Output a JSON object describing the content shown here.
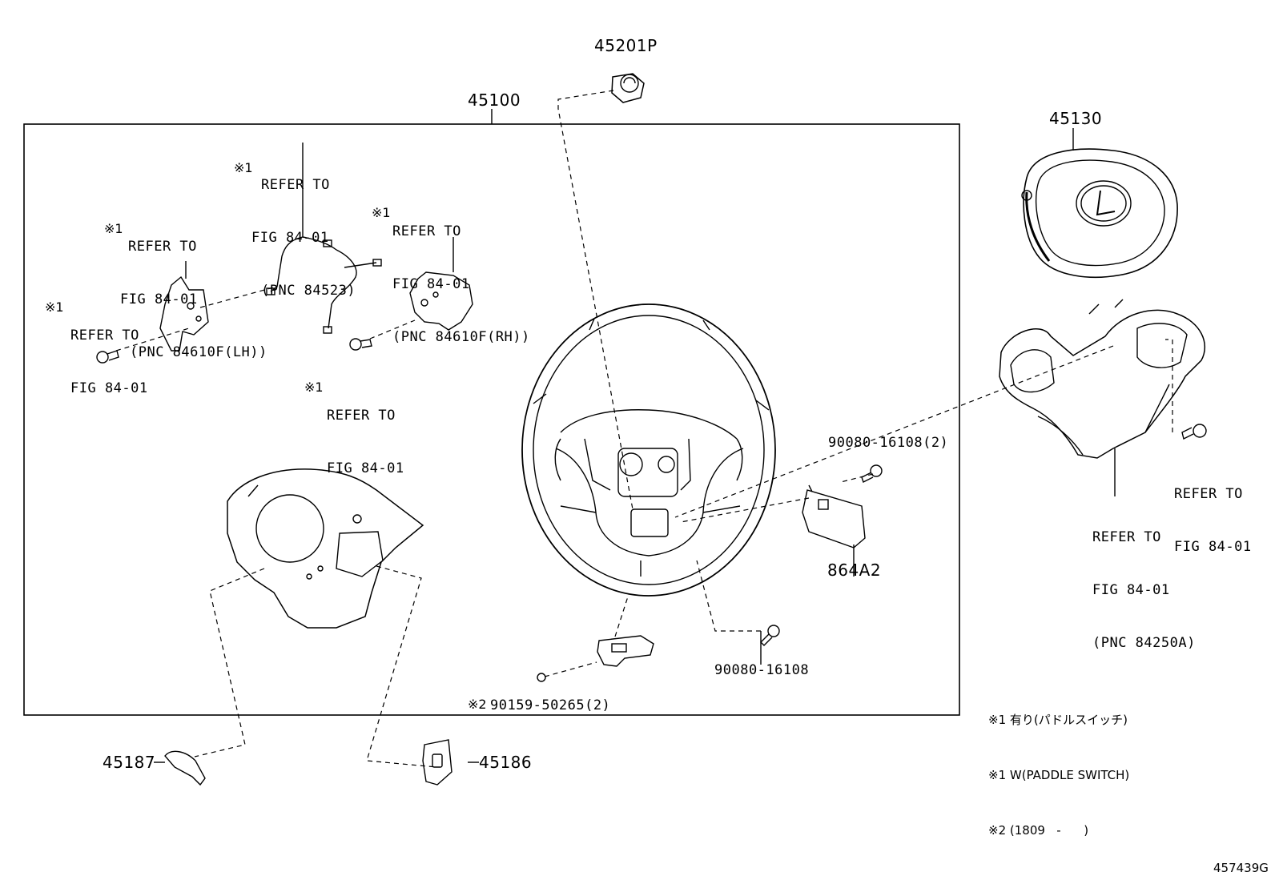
{
  "part_numbers": {
    "p45201p": "45201P",
    "p45100": "45100",
    "p45130": "45130",
    "p90080_16108_2": "90080-16108(2)",
    "p864a2": "864A2",
    "p90080_16108": "90080-16108",
    "p90159": "90159-50265(2)",
    "p45187": "45187",
    "p45186": "45186"
  },
  "marks": {
    "m1": "※1",
    "m2": "※2"
  },
  "refs": {
    "harness": [
      "REFER TO",
      "FIG 84-01",
      "(PNC 84523)"
    ],
    "paddle_lh": [
      "REFER TO",
      "FIG 84-01",
      "(PNC 84610F(LH))"
    ],
    "paddle_rh": [
      "REFER TO",
      "FIG 84-01",
      "(PNC 84610F(RH))"
    ],
    "screw_left": [
      "REFER TO",
      "FIG 84-01"
    ],
    "screw_mid": [
      "REFER TO",
      "FIG 84-01"
    ],
    "screw_right": [
      "REFER TO",
      "FIG 84-01"
    ],
    "switch": [
      "REFER TO",
      "FIG 84-01",
      "(PNC 84250A)"
    ]
  },
  "notes": [
    "※1 有り(パドルスイッチ)",
    "※1 W(PADDLE SWITCH)",
    "※2 (1809   -      )"
  ],
  "figure_id": "457439G"
}
